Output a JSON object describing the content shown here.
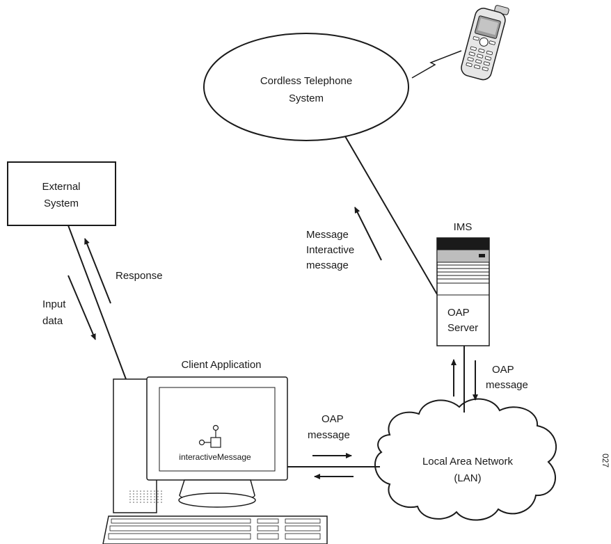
{
  "nodes": {
    "cordless_system": {
      "line1": "Cordless Telephone",
      "line2": "System"
    },
    "external_system": {
      "line1": "External",
      "line2": "System"
    },
    "ims": {
      "title": "IMS",
      "server_line1": "OAP",
      "server_line2": "Server"
    },
    "client": {
      "title": "Client Application",
      "component": "interactiveMessage"
    },
    "lan": {
      "line1": "Local Area Network",
      "line2": "(LAN)"
    }
  },
  "edges": {
    "ims_to_cts": {
      "line1": "Message",
      "line2": "Interactive",
      "line3": "message"
    },
    "external_response": "Response",
    "external_input": {
      "line1": "Input",
      "line2": "data"
    },
    "ims_lan": {
      "line1": "OAP",
      "line2": "message"
    },
    "client_lan": {
      "line1": "OAP",
      "line2": "message"
    }
  },
  "figure_code": "027"
}
